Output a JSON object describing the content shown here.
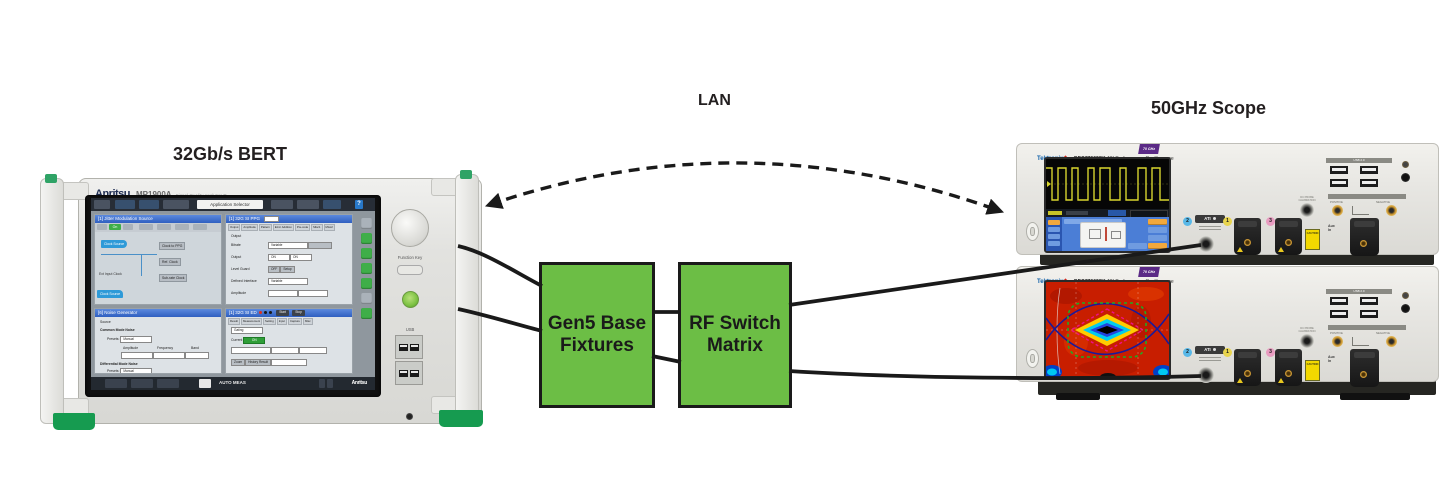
{
  "labels": {
    "bert": "32Gb/s BERT",
    "lan": "LAN",
    "scope": "50GHz Scope"
  },
  "fixtures_box": {
    "line1": "Gen5 Base",
    "line2": "Fixtures"
  },
  "switch_box": {
    "line1": "RF Switch",
    "line2": "Matrix"
  },
  "colors": {
    "box_green": "#6CBE45",
    "line_black": "#1A1A1A",
    "foot_green": "#169B50",
    "badge_purple": "#5B2A86",
    "tek_blue": "#0E5FA8",
    "heat_red": "#C81E00",
    "trace_yellow": "#D8D52F",
    "ui_blue": "#4B7ED6",
    "accent_orange": "#F2A83C",
    "button_green": "#3FAE49"
  },
  "bert": {
    "brand": "Anritsu",
    "model": "MP1900A",
    "subtitle": "Signal Quality Analyzer-R",
    "screen": {
      "app_selector": "Application Selector",
      "help": "?",
      "tl": {
        "title": "[1] Jitter Modulation Source",
        "on": "On",
        "clock_source": "Clock Source",
        "clock_to_ppg": "Clock to PPG",
        "ref_clock": "Ref. Clock",
        "subrate_clock": "Sub-rate Clock",
        "ext_input": "Ext Input Clock"
      },
      "tr": {
        "title": "[1] 32G SI PPG",
        "selector": "Data1",
        "tabs": [
          "Output",
          "Amplitude",
          "Pattern",
          "Error Addition",
          "Pre-code",
          "Misc1",
          "Misc2"
        ],
        "section": "Output",
        "row1": "Bitrate",
        "row1_val": "Variable",
        "row2": "Output",
        "row3": "Level Guard",
        "row3_b1": "OFF",
        "row3_b2": "Setup",
        "row4": "Defined Interface",
        "row4_val": "Variable",
        "row5": "Amplitude",
        "on": "ON"
      },
      "bl": {
        "title": "[6] Noise Generator",
        "source": "Source",
        "group1": "Common Mode Noise",
        "presets": "Presets:",
        "manual": "Manual",
        "amplitude": "Amplitude",
        "frequency": "Frequency",
        "band": "Band",
        "group2": "Differential Mode Noise"
      },
      "br": {
        "title": "[1] 32G SI ED",
        "start": "Start",
        "stop": "Stop",
        "tabs": [
          "Result",
          "Measurement",
          "Setting",
          "Input",
          "Capture",
          "Misc"
        ],
        "gating": "Gating",
        "current": "Current",
        "on": "ON",
        "zoom": "Zoom",
        "history": "History Result"
      },
      "auto_meas": "AUTO MEAS",
      "logo": "Anritsu"
    },
    "side": {
      "function_key": "Function Key",
      "usb": "USB"
    }
  },
  "scope": {
    "brand": "Tektronix",
    "model": "DPO77002SX",
    "type": "ATI Performance Oscilloscope",
    "badge": "70 GHz",
    "ch1": "1",
    "ch2": "2",
    "ch3": "3",
    "ati": "ATI",
    "aux": "Aux",
    "in": "In",
    "usb": "USB 2.0",
    "positive": "POSITIVE",
    "negative": "NEGATIVE",
    "caution": "CAUTION",
    "dc1": "DC PROBE",
    "dc2": "CALIBRATION"
  }
}
